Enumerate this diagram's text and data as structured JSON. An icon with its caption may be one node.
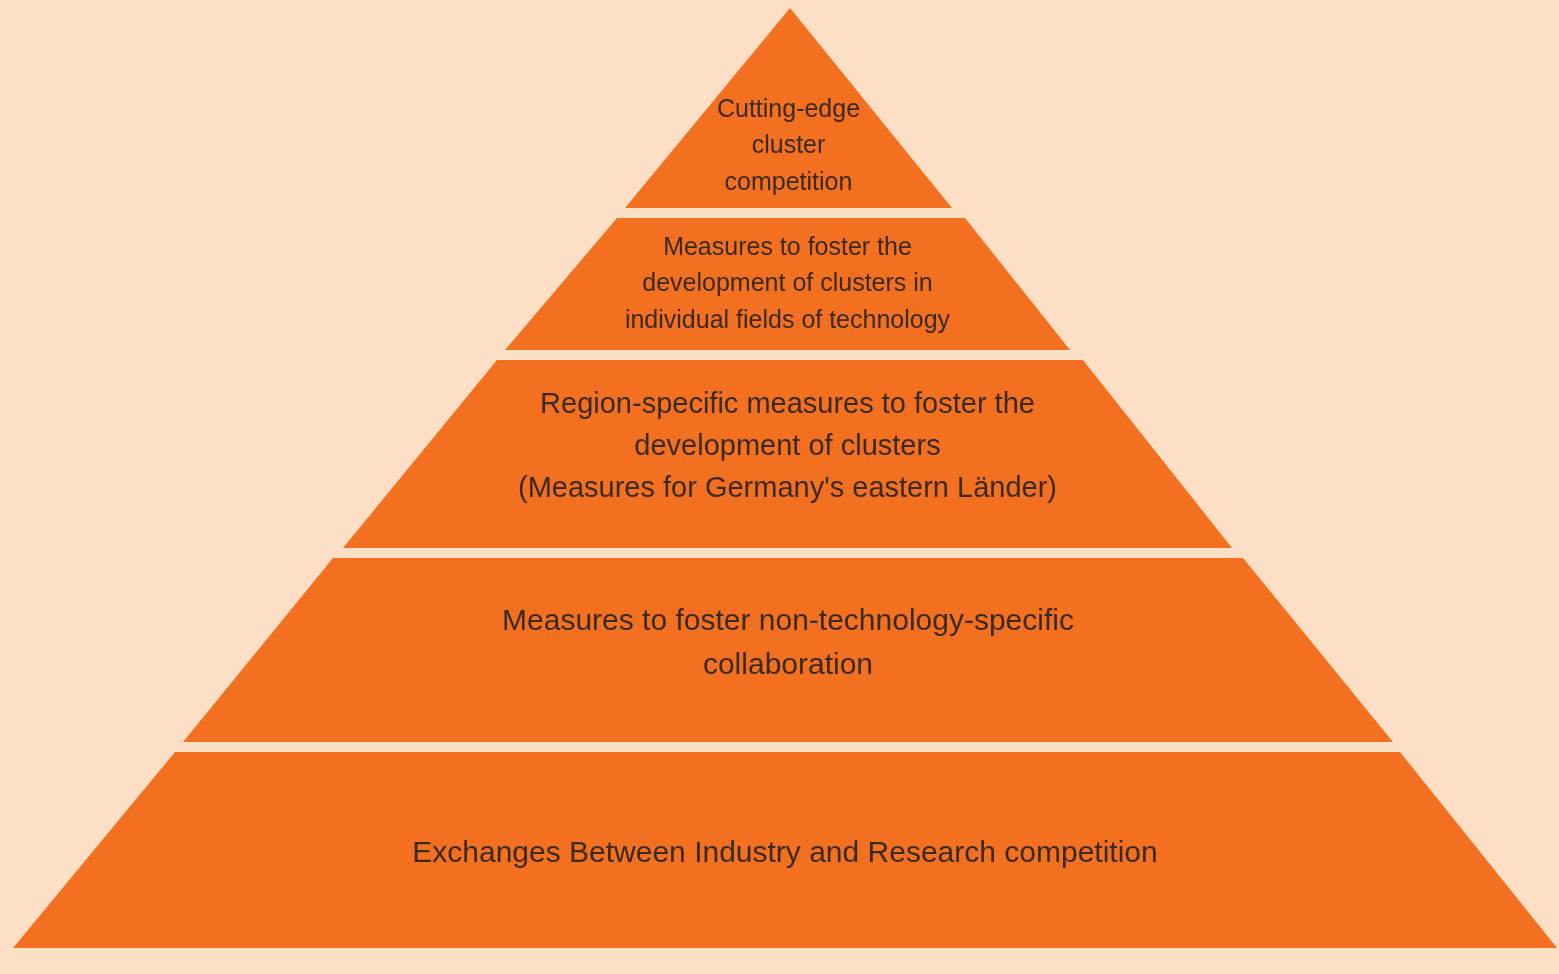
{
  "diagram": {
    "nodes": [
      {
        "text": [
          "Cutting-edge cluster competition"
        ]
      },
      {
        "text": [
          "Measures to foster the development of clusters in individual fields of technology"
        ]
      },
      {
        "text": [
          "Region-specific measures to foster the development of clusters",
          "(Measures for Germany's eastern Länder)"
        ]
      },
      {
        "text": [
          "Measures to foster non-technology-specific collaboration"
        ]
      },
      {
        "text": [
          "Exchanges Between Industry and Research competition"
        ]
      }
    ],
    "edges": []
  }
}
